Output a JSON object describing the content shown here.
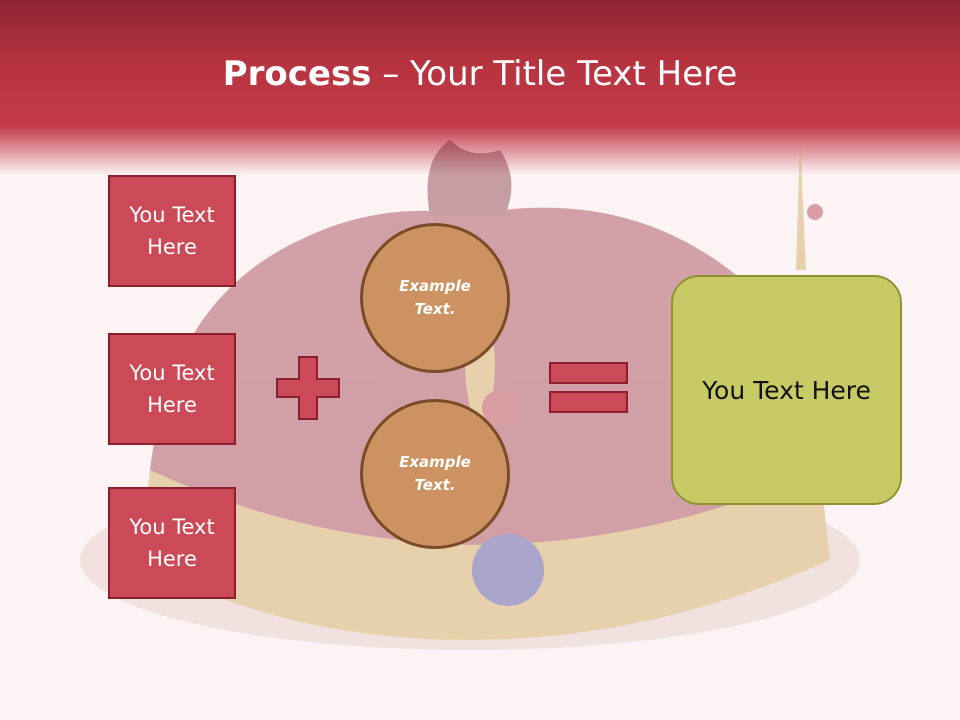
{
  "slide": {
    "title_bold": "Process",
    "title_rest": " – Your Title Text Here"
  },
  "left_boxes": [
    {
      "label": "You Text Here"
    },
    {
      "label": "You Text Here"
    },
    {
      "label": "You Text Here"
    }
  ],
  "circles": [
    {
      "label": "Example Text."
    },
    {
      "label": "Example Text."
    }
  ],
  "result": {
    "label": "You Text Here"
  },
  "icons": {
    "plus": "plus-icon",
    "equals": "equals-icon"
  },
  "colors": {
    "header": "#c43b4a",
    "left_box_fill": "#cc4a57",
    "circle_fill": "#cd9262",
    "result_fill": "#c8ca65"
  }
}
